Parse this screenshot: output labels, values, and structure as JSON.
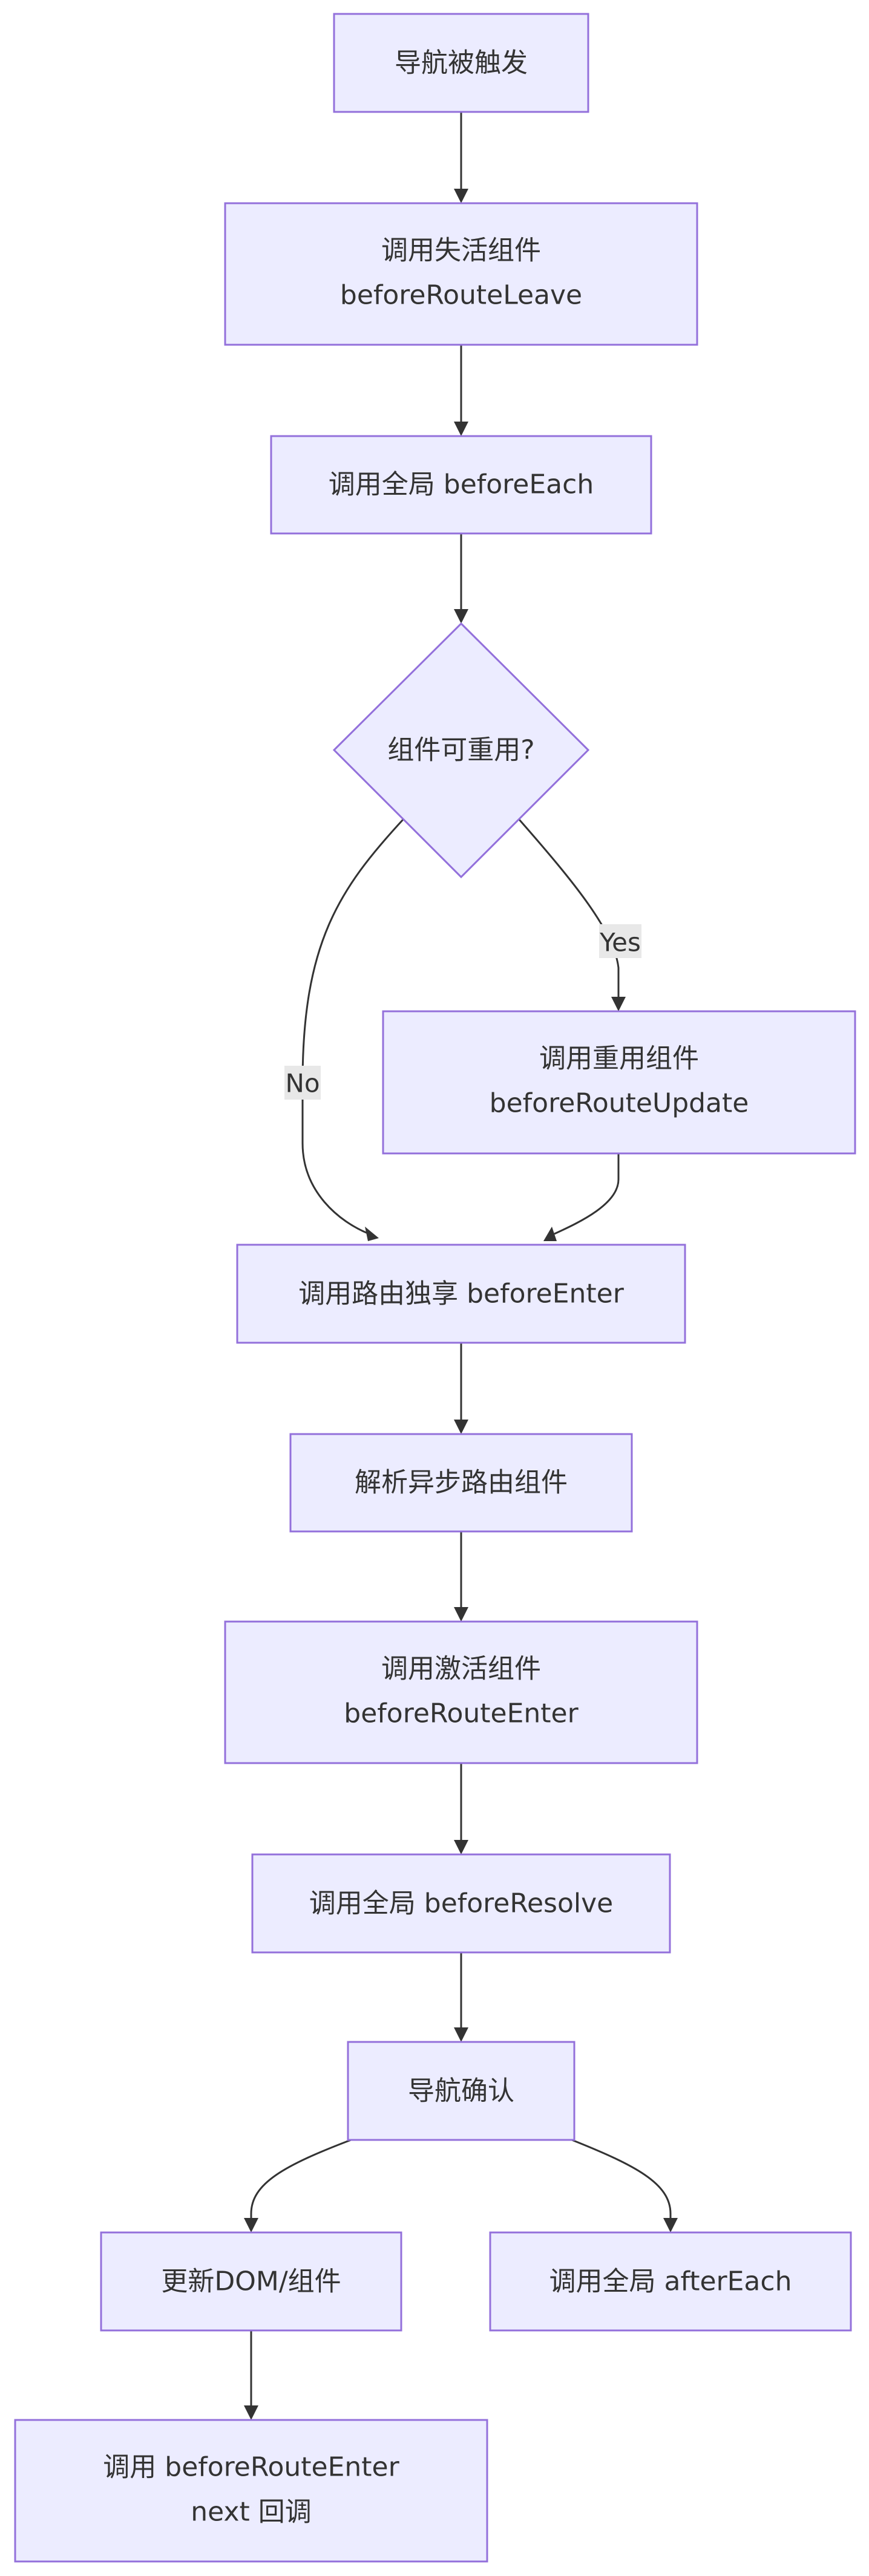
{
  "nodes": {
    "start": {
      "label": "导航被触发"
    },
    "leave": {
      "line1": "调用失活组件",
      "line2": "beforeRouteLeave"
    },
    "before_each": {
      "label": "调用全局 beforeEach"
    },
    "reuse_check": {
      "label": "组件可重用?"
    },
    "route_update": {
      "line1": "调用重用组件",
      "line2": "beforeRouteUpdate"
    },
    "before_enter": {
      "label": "调用路由独享 beforeEnter"
    },
    "resolve_async": {
      "label": "解析异步路由组件"
    },
    "route_enter": {
      "line1": "调用激活组件",
      "line2": "beforeRouteEnter"
    },
    "before_resolve": {
      "label": "调用全局 beforeResolve"
    },
    "confirmed": {
      "label": "导航确认"
    },
    "update_dom": {
      "label": "更新DOM/组件"
    },
    "after_each": {
      "label": "调用全局 afterEach"
    },
    "enter_next": {
      "line1": "调用 beforeRouteEnter",
      "line2": "next 回调"
    }
  },
  "edge_labels": {
    "yes": "Yes",
    "no": "No"
  },
  "colors": {
    "node_fill": "#ececff",
    "node_stroke": "#9370db",
    "edge": "#333333",
    "text": "#333333",
    "label_bg": "#e8e8e8"
  }
}
